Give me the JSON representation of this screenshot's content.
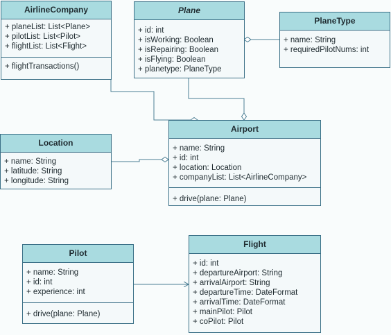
{
  "classes": {
    "airline_company": {
      "name": "AirlineCompany",
      "attributes": [
        "+ planeList: List<Plane>",
        "+ pilotList: List<Pilot>",
        "+ flightList: List<Flight>"
      ],
      "methods": [
        "+ flightTransactions()"
      ]
    },
    "plane": {
      "name": "Plane",
      "attributes": [
        "+ id: int",
        "+ isWorking: Boolean",
        "+ isRepairing: Boolean",
        "+ isFlying: Boolean",
        "+ planetype: PlaneType"
      ]
    },
    "plane_type": {
      "name": "PlaneType",
      "attributes": [
        "+ name: String",
        "+ requiredPilotNums: int"
      ]
    },
    "location": {
      "name": "Location",
      "attributes": [
        "+ name: String",
        "+ latitude: String",
        "+ longitude: String"
      ]
    },
    "airport": {
      "name": "Airport",
      "attributes": [
        "+ name: String",
        "+ id: int",
        "+ location: Location",
        "+ companyList: List<AirlineCompany>"
      ],
      "methods": [
        "+ drive(plane: Plane)"
      ]
    },
    "pilot": {
      "name": "Pilot",
      "attributes": [
        "+ name: String",
        "+ id: int",
        "+ experience: int"
      ],
      "methods": [
        "+ drive(plane: Plane)"
      ]
    },
    "flight": {
      "name": "Flight",
      "attributes": [
        "+ id: int",
        "+ departureAirport: String",
        "+ arrivalAirport: String",
        "+ departureTime: DateFormat",
        "+ arrivalTime: DateFormat",
        "+ mainPilot: Pilot",
        "+ coPilot: Pilot"
      ]
    }
  },
  "colors": {
    "header": "#a9dbe0",
    "border": "#3a6f86",
    "line": "#4b7e93"
  }
}
